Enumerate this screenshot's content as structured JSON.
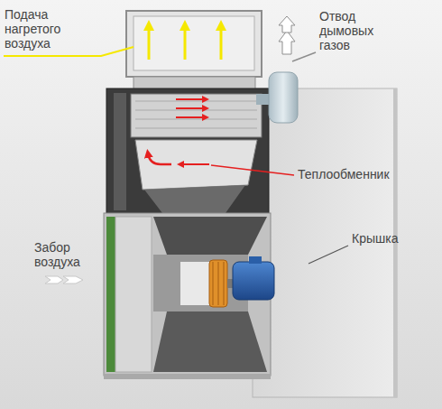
{
  "diagram": {
    "labels": [
      "Подача нагретого воздуха",
      "Отвод дымовых газов",
      "Теплообменник",
      "Крышка",
      "Забор воздуха"
    ]
  }
}
